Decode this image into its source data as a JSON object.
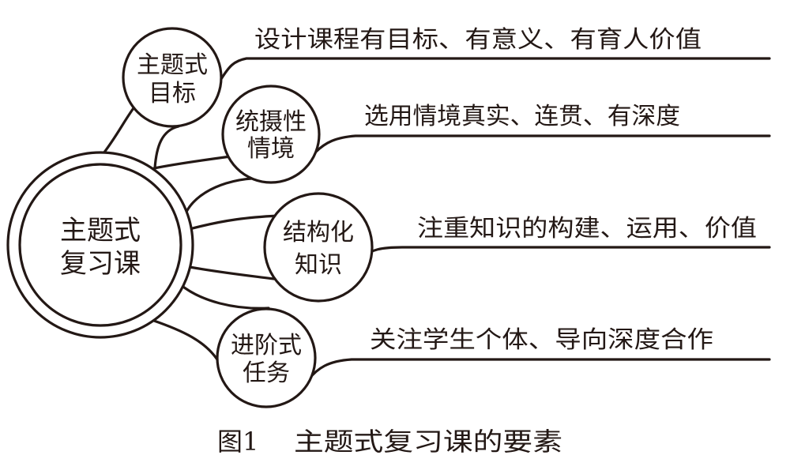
{
  "center": {
    "line1": "主题式",
    "line2": "复习课"
  },
  "elements": [
    {
      "line1": "主题式",
      "line2": "目标",
      "desc": "设计课程有目标、有意义、有育人价值"
    },
    {
      "line1": "统摄性",
      "line2": "情境",
      "desc": "选用情境真实、连贯、有深度"
    },
    {
      "line1": "结构化",
      "line2": "知识",
      "desc": "注重知识的构建、运用、价值"
    },
    {
      "line1": "进阶式",
      "line2": "任务",
      "desc": "关注学生个体、导向深度合作"
    }
  ],
  "caption": {
    "label": "图1",
    "title": "主题式复习课的要素"
  }
}
